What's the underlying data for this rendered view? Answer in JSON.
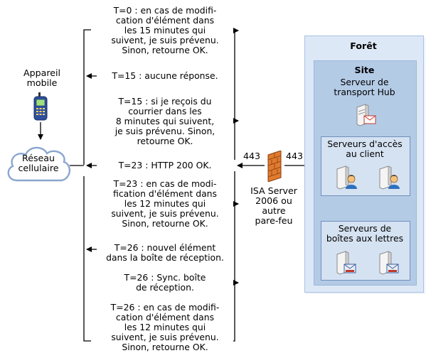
{
  "device": {
    "label_line1": "Appareil",
    "label_line2": "mobile"
  },
  "network": {
    "label_line1": "Réseau",
    "label_line2": "cellulaire"
  },
  "messages": [
    {
      "lines": [
        "T=0 : en cas de modifi-",
        "cation d'élément dans",
        "les 15 minutes qui",
        "suivent, je suis prévenu.",
        "Sinon, retourne OK."
      ]
    },
    {
      "lines": [
        "T=15 : aucune réponse."
      ]
    },
    {
      "lines": [
        "T=15 : si je reçois du",
        "courrier dans les",
        "8 minutes qui suivent,",
        "je suis prévenu. Sinon,",
        "retourne OK."
      ]
    },
    {
      "lines": [
        "T=23 : HTTP 200 OK."
      ]
    },
    {
      "lines": [
        "T=23 : en cas de modi-",
        "fication d'élément dans",
        "les 12 minutes qui",
        "suivent, je suis prévenu.",
        "Sinon, retourne OK."
      ]
    },
    {
      "lines": [
        "T=26 : nouvel élément",
        "dans la boîte de réception."
      ]
    },
    {
      "lines": [
        "T=26 : Sync. boîte",
        "de réception."
      ]
    },
    {
      "lines": [
        "T=26 : en cas de modifi-",
        "cation d'élément dans",
        "les 12 minutes qui",
        "suivent, je suis prévenu.",
        "Sinon, retourne OK."
      ]
    }
  ],
  "firewall": {
    "port_left": "443",
    "port_right": "443",
    "label_lines": [
      "ISA Server",
      "2006 ou",
      "autre",
      "pare-feu"
    ]
  },
  "forest": {
    "title": "Forêt",
    "site": {
      "title": "Site",
      "hub_lines": [
        "Serveur de",
        "transport Hub"
      ],
      "cas_lines": [
        "Serveurs d'accès",
        "au client"
      ],
      "mailbox_lines": [
        "Serveurs de",
        "boîtes aux lettres"
      ]
    }
  },
  "colors": {
    "forest_fill": "#dde8f6",
    "forest_border": "#a9c1e3",
    "site_fill": "#b4cbe6",
    "inner_fill": "#d5e2f2",
    "inner_border": "#6f8fbd",
    "firewall": "#e07b2e",
    "phone": "#2d4f9e"
  }
}
